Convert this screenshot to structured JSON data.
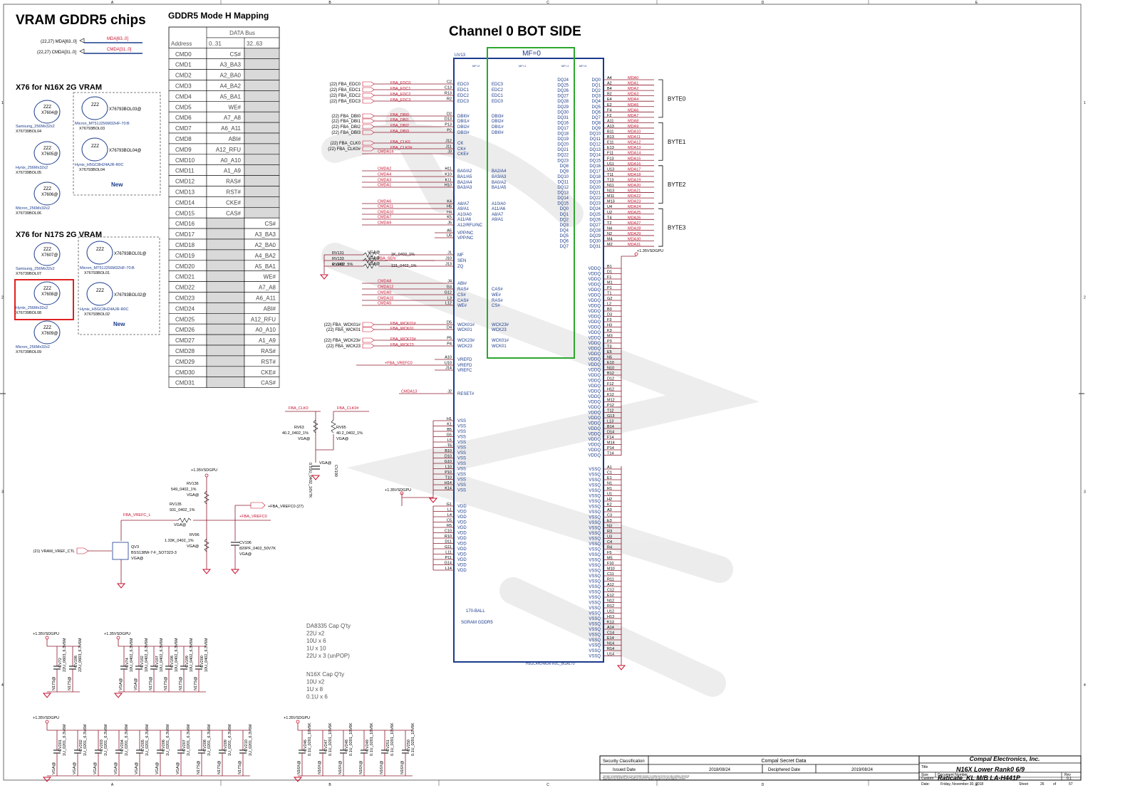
{
  "border": {
    "cols": [
      "A",
      "B",
      "C",
      "D",
      "E"
    ],
    "rows": [
      "1",
      "2",
      "3",
      "4"
    ]
  },
  "title_main": "VRAM GDDR5 chips",
  "channel_title": "Channel 0  BOT SIDE",
  "net_labels": {
    "mda_ref": "(22,27)  MDA[63..0]",
    "mda_net": "MDA[63..0]",
    "cmda_ref": "(22,27)  CMDA[31..0]",
    "cmda_net": "CMDA[31..0]"
  },
  "x76_n16x": {
    "heading": "X76 for N16X 2G VRAM",
    "parts": [
      {
        "zzz": "ZZZ",
        "ref": "X7604@",
        "vendor": "Samsung_256Mx32x2",
        "pn": "X76739BOL04"
      },
      {
        "zzz": "ZZZ",
        "ref": "X7605@",
        "vendor": "Hynix_256Mx32x2",
        "pn": "X76739BOL05"
      },
      {
        "zzz": "ZZZ",
        "ref": "X7606@",
        "vendor": "Micron_256Mx32x2",
        "pn": "X76739BOL06"
      }
    ],
    "new_parts": [
      {
        "zzz": "ZZZ",
        "ref": "X76793BOL03@",
        "vendor": "Micron_MT51J256M32HF-70:B",
        "pn": "X76793BOL03"
      },
      {
        "zzz": "ZZZ",
        "ref": "X76793BOL04@",
        "vendor": "Hynix_H5GC8H24AJR-R0C",
        "pn": "X76793BOL04"
      }
    ],
    "new_label": "New"
  },
  "x76_n17s": {
    "heading": "X76 for N17S 2G VRAM",
    "parts": [
      {
        "zzz": "ZZZ",
        "ref": "X7607@",
        "vendor": "Samsung_256Mx32x2",
        "pn": "X76739BOL07"
      },
      {
        "zzz": "ZZZ",
        "ref": "X7608@",
        "vendor": "Hynix_256Mx32x2",
        "pn": "X76739BOL08"
      },
      {
        "zzz": "ZZZ",
        "ref": "X7609@",
        "vendor": "Micron_256Mx32x2",
        "pn": "X76739BOL09"
      }
    ],
    "new_parts": [
      {
        "zzz": "ZZZ",
        "ref": "X76793BOL01@",
        "vendor": "Micron_MT51J256M32HF-70:B",
        "pn": "X76793BOL01"
      },
      {
        "zzz": "ZZZ",
        "ref": "X76793BOL02@",
        "vendor": "Hynix_H5GC8H24AJR-R0C",
        "pn": "X76793BOL02"
      }
    ],
    "new_label": "New"
  },
  "mapping": {
    "title": "GDDR5  Mode H  Mapping",
    "header_data_bus": "DATA  Bus",
    "col_address": "Address",
    "col_low": "0..31",
    "col_high": "32..63",
    "rows": [
      [
        "CMD0",
        "CS#",
        ""
      ],
      [
        "CMD1",
        "A3_BA3",
        ""
      ],
      [
        "CMD2",
        "A2_BA0",
        ""
      ],
      [
        "CMD3",
        "A4_BA2",
        ""
      ],
      [
        "CMD4",
        "A5_BA1",
        ""
      ],
      [
        "CMD5",
        "WE#",
        ""
      ],
      [
        "CMD6",
        "A7_A8",
        ""
      ],
      [
        "CMD7",
        "A6_A11",
        ""
      ],
      [
        "CMD8",
        "ABI#",
        ""
      ],
      [
        "CMD9",
        "A12_RFU",
        ""
      ],
      [
        "CMD10",
        "A0_A10",
        ""
      ],
      [
        "CMD11",
        "A1_A9",
        ""
      ],
      [
        "CMD12",
        "RAS#",
        ""
      ],
      [
        "CMD13",
        "RST#",
        ""
      ],
      [
        "CMD14",
        "CKE#",
        ""
      ],
      [
        "CMD15",
        "CAS#",
        ""
      ],
      [
        "CMD16",
        "",
        "CS#"
      ],
      [
        "CMD17",
        "",
        "A3_BA3"
      ],
      [
        "CMD18",
        "",
        "A2_BA0"
      ],
      [
        "CMD19",
        "",
        "A4_BA2"
      ],
      [
        "CMD20",
        "",
        "A5_BA1"
      ],
      [
        "CMD21",
        "",
        "WE#"
      ],
      [
        "CMD22",
        "",
        "A7_A8"
      ],
      [
        "CMD23",
        "",
        "A6_A11"
      ],
      [
        "CMD24",
        "",
        "ABI#"
      ],
      [
        "CMD25",
        "",
        "A12_RFU"
      ],
      [
        "CMD26",
        "",
        "A0_A10"
      ],
      [
        "CMD27",
        "",
        "A1_A9"
      ],
      [
        "CMD28",
        "",
        "RAS#"
      ],
      [
        "CMD29",
        "",
        "RST#"
      ],
      [
        "CMD30",
        "",
        "CKE#"
      ],
      [
        "CMD31",
        "",
        "CAS#"
      ]
    ]
  },
  "chip": {
    "refdes": "UV13",
    "mf_label": "MF=0",
    "mf_hdrs": [
      "MF=0",
      "MF=1",
      "MF=1",
      "MF=0"
    ],
    "ball_label": "170-BALL",
    "type_label": "SGRAM GDDR5",
    "part_number": "H5GC4H24AJR-R0C_BGA170",
    "left_pins": [
      {
        "ball": "C2",
        "name": "EDC0",
        "alt": "EDC3",
        "net": "FBA_EDC0",
        "ref": "(22)  FBA_EDC0"
      },
      {
        "ball": "C13",
        "name": "EDC1",
        "alt": "EDC2",
        "net": "FBA_EDC1",
        "ref": "(22)  FBA_EDC1"
      },
      {
        "ball": "R13",
        "name": "EDC2",
        "alt": "EDC1",
        "net": "FBA_EDC2",
        "ref": "(22)  FBA_EDC2"
      },
      {
        "ball": "R2",
        "name": "EDC3",
        "alt": "EDC0",
        "net": "FBA_EDC3",
        "ref": "(22)  FBA_EDC3"
      },
      {
        "ball": "D2",
        "name": "DBI0#",
        "alt": "DBI3#",
        "net": "FBA_DBI0",
        "ref": "(22)  FBA_DBI0"
      },
      {
        "ball": "D13",
        "name": "DBI1#",
        "alt": "DBI2#",
        "net": "FBA_DBI1",
        "ref": "(22)  FBA_DBI1"
      },
      {
        "ball": "P13",
        "name": "DBI2#",
        "alt": "DBI1#",
        "net": "FBA_DBI2",
        "ref": "(22)  FBA_DBI2"
      },
      {
        "ball": "P2",
        "name": "DBI3#",
        "alt": "DBI0#",
        "net": "FBA_DBI3",
        "ref": "(22)  FBA_DBI3"
      },
      {
        "ball": "J12",
        "name": "CK",
        "alt": "",
        "net": "FBA_CLK0",
        "ref": "(22)  FBA_CLK0"
      },
      {
        "ball": "J11",
        "name": "CK#",
        "alt": "",
        "net": "FBA_CLK0#",
        "ref": "(22)  FBA_CLK0#"
      },
      {
        "ball": "J3",
        "name": "CKE#",
        "alt": "",
        "net": "CMDA14",
        "ref": ""
      },
      {
        "ball": "H11",
        "name": "BA0/A2",
        "alt": "BA2/A4",
        "net": "CMDA2",
        "ref": ""
      },
      {
        "ball": "K10",
        "name": "BA1/A5",
        "alt": "BA3/A3",
        "net": "CMDA4",
        "ref": ""
      },
      {
        "ball": "K11",
        "name": "BA2/A4",
        "alt": "BA0/A2",
        "net": "CMDA3",
        "ref": ""
      },
      {
        "ball": "H10",
        "name": "BA3/A3",
        "alt": "BA1/A5",
        "net": "CMDA1",
        "ref": ""
      },
      {
        "ball": "K4",
        "name": "A8/A7",
        "alt": "A10/A0",
        "net": "CMDA6",
        "ref": ""
      },
      {
        "ball": "H5",
        "name": "A9/A1",
        "alt": "A11/A6",
        "net": "CMDA11",
        "ref": ""
      },
      {
        "ball": "H4",
        "name": "A10/A0",
        "alt": "A8/A7",
        "net": "CMDA10",
        "ref": ""
      },
      {
        "ball": "K5",
        "name": "A11/A6",
        "alt": "A9/A1",
        "net": "CMDA7",
        "ref": ""
      },
      {
        "ball": "J5",
        "name": "A12/RFU/NC",
        "alt": "",
        "net": "CMDA9",
        "ref": ""
      },
      {
        "ball": "A5",
        "name": "VPP/NC",
        "alt": "",
        "net": "",
        "ref": ""
      },
      {
        "ball": "U5",
        "name": "VPP/NC",
        "alt": "",
        "net": "",
        "ref": ""
      },
      {
        "ball": "J1",
        "name": "MF",
        "alt": "",
        "net": "",
        "ref": ""
      },
      {
        "ball": "J10",
        "name": "SEN",
        "alt": "",
        "net": "FBA_SEN",
        "ref": ""
      },
      {
        "ball": "J13",
        "name": "ZQ",
        "alt": "",
        "net": "",
        "ref": ""
      },
      {
        "ball": "J4",
        "name": "ABI#",
        "alt": "",
        "net": "CMDA8",
        "ref": ""
      },
      {
        "ball": "G3",
        "name": "RAS#",
        "alt": "CAS#",
        "net": "CMDA12",
        "ref": ""
      },
      {
        "ball": "G12",
        "name": "CS#",
        "alt": "WE#",
        "net": "CMDA0",
        "ref": ""
      },
      {
        "ball": "L3",
        "name": "CAS#",
        "alt": "RAS#",
        "net": "CMDA15",
        "ref": ""
      },
      {
        "ball": "L12",
        "name": "WE#",
        "alt": "CS#",
        "net": "CMDA5",
        "ref": ""
      },
      {
        "ball": "D5",
        "name": "WCK01#",
        "alt": "WCK23#",
        "net": "FBA_WCK01#",
        "ref": "(22)  FBA_WCK01#"
      },
      {
        "ball": "D4",
        "name": "WCK01",
        "alt": "WCK23",
        "net": "FBA_WCK01",
        "ref": "(22)  FBA_WCK01"
      },
      {
        "ball": "P5",
        "name": "WCK23#",
        "alt": "WCK01#",
        "net": "FBA_WCK23#",
        "ref": "(22)  FBA_WCK23#"
      },
      {
        "ball": "P4",
        "name": "WCK23",
        "alt": "WCK01",
        "net": "FBA_WCK23",
        "ref": "(22)  FBA_WCK23"
      },
      {
        "ball": "A10",
        "name": "VREFD",
        "alt": "",
        "net": "",
        "ref": ""
      },
      {
        "ball": "U10",
        "name": "VREFD",
        "alt": "",
        "net": "+FBA_VREFC0",
        "ref": ""
      },
      {
        "ball": "J14",
        "name": "VREFC",
        "alt": "",
        "net": "",
        "ref": ""
      },
      {
        "ball": "J2",
        "name": "RESET#",
        "alt": "",
        "net": "CMDA13",
        "ref": ""
      }
    ],
    "vss_balls": [
      "H1",
      "K1",
      "B5",
      "G5",
      "L5",
      "T5",
      "B10",
      "D10",
      "G10",
      "L10",
      "P10",
      "T10",
      "H14",
      "K14"
    ],
    "vdd_balls": [
      "G1",
      "L1",
      "L4",
      "C5",
      "R5",
      "C10",
      "R10",
      "D11",
      "G11",
      "L11",
      "P11",
      "G14",
      "L14"
    ],
    "dq_pins": [
      {
        "name": "DQ24",
        "ball": "A4",
        "net": "MDA0"
      },
      {
        "name": "DQ25",
        "ball": "A2",
        "net": "MDA1"
      },
      {
        "name": "DQ26",
        "ball": "B4",
        "net": "MDA2"
      },
      {
        "name": "DQ27",
        "ball": "B2",
        "net": "MDA3"
      },
      {
        "name": "DQ28",
        "ball": "E4",
        "net": "MDA4"
      },
      {
        "name": "DQ29",
        "ball": "E2",
        "net": "MDA5"
      },
      {
        "name": "DQ30",
        "ball": "F4",
        "net": "MDA6"
      },
      {
        "name": "DQ31",
        "ball": "F2",
        "net": "MDA7"
      },
      {
        "name": "DQ16",
        "ball": "A11",
        "net": "MDA8"
      },
      {
        "name": "DQ17",
        "ball": "A13",
        "net": "MDA9"
      },
      {
        "name": "DQ18",
        "ball": "B11",
        "net": "MDA10"
      },
      {
        "name": "DQ19",
        "ball": "B13",
        "net": "MDA11"
      },
      {
        "name": "DQ20",
        "ball": "E11",
        "net": "MDA12"
      },
      {
        "name": "DQ21",
        "ball": "E13",
        "net": "MDA13"
      },
      {
        "name": "DQ22",
        "ball": "F11",
        "net": "MDA14"
      },
      {
        "name": "DQ23",
        "ball": "F13",
        "net": "MDA15"
      },
      {
        "name": "DQ8",
        "ball": "U11",
        "net": "MDA16"
      },
      {
        "name": "DQ9",
        "ball": "U13",
        "net": "MDA17"
      },
      {
        "name": "DQ10",
        "ball": "T11",
        "net": "MDA18"
      },
      {
        "name": "DQ11",
        "ball": "T13",
        "net": "MDA19"
      },
      {
        "name": "DQ12",
        "ball": "N11",
        "net": "MDA20"
      },
      {
        "name": "DQ13",
        "ball": "N13",
        "net": "MDA21"
      },
      {
        "name": "DQ14",
        "ball": "M11",
        "net": "MDA22"
      },
      {
        "name": "DQ15",
        "ball": "M13",
        "net": "MDA23"
      },
      {
        "name": "DQ0",
        "ball": "U4",
        "net": "MDA24"
      },
      {
        "name": "DQ1",
        "ball": "U2",
        "net": "MDA25"
      },
      {
        "name": "DQ2",
        "ball": "T4",
        "net": "MDA26"
      },
      {
        "name": "DQ3",
        "ball": "T2",
        "net": "MDA27"
      },
      {
        "name": "DQ4",
        "ball": "N4",
        "net": "MDA28"
      },
      {
        "name": "DQ5",
        "ball": "N2",
        "net": "MDA29"
      },
      {
        "name": "DQ6",
        "ball": "M4",
        "net": "MDA30"
      },
      {
        "name": "DQ7",
        "ball": "M2",
        "net": "MDA31"
      }
    ],
    "dq_right_names": [
      "DQ0",
      "DQ1",
      "DQ2",
      "DQ3",
      "DQ4",
      "DQ5",
      "DQ6",
      "DQ7",
      "DQ8",
      "DQ9",
      "DQ10",
      "DQ11",
      "DQ12",
      "DQ13",
      "DQ14",
      "DQ15",
      "DQ16",
      "DQ17",
      "DQ18",
      "DQ19",
      "DQ20",
      "DQ21",
      "DQ22",
      "DQ23",
      "DQ24",
      "DQ25",
      "DQ26",
      "DQ27",
      "DQ28",
      "DQ29",
      "DQ30",
      "DQ31"
    ],
    "byte_labels": [
      "BYTE0",
      "BYTE1",
      "BYTE2",
      "BYTE3"
    ],
    "vddq_balls": [
      "B1",
      "D1",
      "F1",
      "M1",
      "P1",
      "T1",
      "G2",
      "L2",
      "B3",
      "D3",
      "F3",
      "H3",
      "K3",
      "M3",
      "P3",
      "T3",
      "E5",
      "N5",
      "E10",
      "N10",
      "B12",
      "D12",
      "F12",
      "H12",
      "K12",
      "M12",
      "P12",
      "T12",
      "G13",
      "L13",
      "B14",
      "D14",
      "F14",
      "M14",
      "P14",
      "T14"
    ],
    "vssq_balls": [
      "A1",
      "C1",
      "E1",
      "N1",
      "R1",
      "U1",
      "H2",
      "K2",
      "A3",
      "C3",
      "E3",
      "N3",
      "R3",
      "U3",
      "C4",
      "R4",
      "F5",
      "M5",
      "F10",
      "M10",
      "C11",
      "R11",
      "A12",
      "C12",
      "E12",
      "N12",
      "R12",
      "U12",
      "H13",
      "K13",
      "A14",
      "C14",
      "E14",
      "N14",
      "R14",
      "U14"
    ],
    "vddq_name": "VDDQ",
    "vssq_name": "VSSQ",
    "vss_name": "VSS",
    "vdd_name": "VDD"
  },
  "rails": {
    "vdd135": "+1.35VSDGPU"
  },
  "mf_section": {
    "rv131": "RV131",
    "rv133": "RV133",
    "rv132": "RV132",
    "rv131_val": "1K_0402_1%",
    "rv133_val": "0_0402_5%",
    "rv132_val": "121_0402_1%",
    "vga": "VGA@"
  },
  "clk_section": {
    "clk": "FBA_CLK0",
    "clk_n": "FBA_CLK0#",
    "rv63": "RV63",
    "rv95": "RV95",
    "r_val": "40.2_0402_1%",
    "cv_ref": "CV190",
    "cv_val": "0.01U_0402_16V7K",
    "vga": "VGA@"
  },
  "vref_section": {
    "rv136": "RV136",
    "rv136_val": "549_0402_1%",
    "rv135": "RV135",
    "rv135_val": "931_0402_1%",
    "rv96": "RV96",
    "rv96_val": "1.33K_0402_1%",
    "vga": "VGA@",
    "vref_l": "FBA_VREFC_L",
    "vref_out": "+FBA_VREFC0",
    "vref_ref": "+FBA_VREFC0   (27)",
    "cv": "CV196",
    "cv_val": "820PF_0402_50V7K",
    "ctl": "(21)  VRAM_VREF_CTL",
    "q": "QV3",
    "q_part": "BSS138W-7-F_SOT323-3"
  },
  "cap_notes": {
    "da": [
      "DA8335 Cap Q'ty",
      "22U x2",
      "10U x 6",
      "1U x 10",
      "22U x 3 (unPOP)"
    ],
    "n16": [
      "N16X Cap Q'ty",
      "10U x2",
      "1U x 8",
      "0.1U x 6"
    ]
  },
  "cap_rows": {
    "row1a": [
      {
        "ref": "CV72",
        "val": "22U_0603_6.3V6M",
        "opt": "N17S@"
      },
      {
        "ref": "CV198",
        "val": "22U_0603_6.3V6M",
        "opt": "N17S@"
      }
    ],
    "row1b": [
      {
        "ref": "CV74",
        "val": "10U_0402_6.3V6M",
        "opt": "VGA@"
      },
      {
        "ref": "CV192",
        "val": "10U_0402_6.3V6M",
        "opt": "VGA@"
      },
      {
        "ref": "CV197",
        "val": "10U_0402_6.3V6M",
        "opt": "N17S@"
      },
      {
        "ref": "CV198",
        "val": "10U_0402_6.3V6M",
        "opt": "N17S@"
      },
      {
        "ref": "CV199",
        "val": "10U_0402_6.3V6M",
        "opt": "N17S@"
      },
      {
        "ref": "CV200",
        "val": "10U_0402_6.3V6M",
        "opt": "N17S@"
      }
    ],
    "row2a": [
      {
        "ref": "CV201",
        "val": "1U_0201_6.3V6M",
        "opt": "VGA@"
      },
      {
        "ref": "CV202",
        "val": "1U_0201_6.3V6M",
        "opt": "VGA@"
      },
      {
        "ref": "CV203",
        "val": "1U_0201_6.3V6M",
        "opt": "VGA@"
      },
      {
        "ref": "CV204",
        "val": "1U_0201_6.3V6M",
        "opt": "VGA@"
      },
      {
        "ref": "CV205",
        "val": "1U_0201_6.3V6M",
        "opt": "VGA@"
      },
      {
        "ref": "CV206",
        "val": "1U_0201_6.3V6M",
        "opt": "VGA@"
      },
      {
        "ref": "CV207",
        "val": "1U_0201_6.3V6M",
        "opt": "VGA@"
      },
      {
        "ref": "CV208",
        "val": "1U_0201_6.3V6M",
        "opt": "N17S@"
      },
      {
        "ref": "CV209",
        "val": "1U_0201_6.3V6M",
        "opt": "N17S@"
      },
      {
        "ref": "CV210",
        "val": "1U_0201_6.3V6M",
        "opt": "N17S@"
      }
    ],
    "row2b": [
      {
        "ref": "CV246",
        "val": "0.1U_0201_10V6K",
        "opt": "N16X@"
      },
      {
        "ref": "CV247",
        "val": "0.1U_0201_10V6K",
        "opt": "N16X@"
      },
      {
        "ref": "CV248",
        "val": "0.1U_0201_10V6K",
        "opt": "N16X@"
      },
      {
        "ref": "CV249",
        "val": "0.1U_0201_10V6K",
        "opt": "N16X@"
      },
      {
        "ref": "CV251",
        "val": "0.1U_0201_10V6K",
        "opt": "N16X@"
      },
      {
        "ref": "CV250",
        "val": "0.1U_0201_10V6K",
        "opt": "N16X@"
      }
    ]
  },
  "title_block": {
    "security_label": "Security Classification",
    "security_value": "Compal Secret Data",
    "issued_label": "Issued Date",
    "issued_value": "2018/08/24",
    "deciphered_label": "Deciphered Date",
    "deciphered_value": "2019/08/24",
    "company": "Compal Electronics, Inc.",
    "title_label": "Title",
    "title_value": "N16X Lower Rank0  6/9",
    "size_label": "Size",
    "docnum_label": "Document Number",
    "custom_label": "Custom",
    "docnum_value": "Raticate_KL M/B LA-H441P",
    "rev_label": "Rev",
    "rev_value": "0.1",
    "date_label": "Date:",
    "date_value": "Friday, November 30, 2018",
    "sheet_label": "Sheet",
    "sheet_num": "26",
    "of_label": "of",
    "sheet_total": "57",
    "notice": [
      "THIS SHEET OF ENGINEERING DRAWING IS THE PROPRIETARY PROPERTY OF COMPAL ELECTRONICS, INC. AND CONTAINS CONFIDENTIAL",
      "AND TRADE SECRET INFORMATION. THIS SHEET MAY NOT BE TRANSFERED FROM THE CUSTODY OF THE COMPETENT DIVISION OF R&D",
      "DEPARTMENT EXCEPT AS AUTHORIZED BY COMPAL ELECTRONICS, INC. NEITHER THIS SHEET NOR THE INFORMATION IT CONTAINS",
      "MAY BE USED BY OR DISCLOSED TO ANY THIRD PARTY WITHOUT PRIOR WRITTEN CONSENT OF COMPAL ELECTRONICS, INC."
    ]
  },
  "colors": {
    "net": "#c8102e",
    "wire": "#8b1a2b",
    "chip": "#1a3a8c",
    "mf_box": "#2ea62e",
    "pin_text": "#1a3a8c",
    "highlight": "#e02020",
    "watermark": "#d6d6d6"
  }
}
